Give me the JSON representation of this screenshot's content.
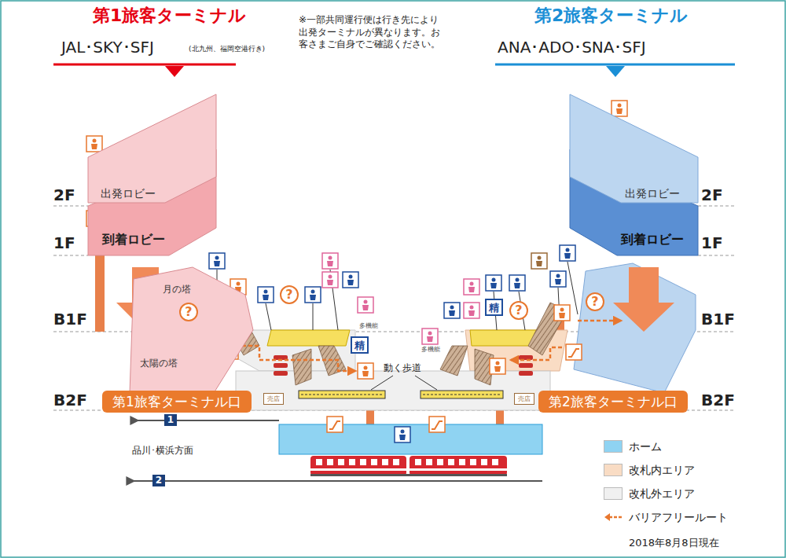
{
  "diagram": {
    "nodes": [
      {
        "text": [
          "出発ロビー"
        ]
      },
      {
        "text": [
          "到着ロビー"
        ]
      },
      {
        "text": [
          "月の塔",
          "太陽の塔"
        ]
      },
      {
        "text": [
          "?"
        ],
        "in": 2
      },
      {
        "text": [
          "?"
        ]
      },
      {
        "text": [
          "精"
        ]
      },
      {
        "text": [
          "売店"
        ]
      },
      {
        "text": [
          "第1旅客ターミナル口"
        ]
      },
      {
        "text": [
          "出発ロビー"
        ]
      },
      {
        "text": [
          "到着ロビー"
        ]
      },
      {
        "text": [
          "精"
        ]
      },
      {
        "text": [
          "?"
        ]
      },
      {
        "text": [
          "?"
        ]
      },
      {
        "text": [
          "売店"
        ]
      },
      {
        "text": [
          "第2旅客ターミナル口"
        ]
      }
    ],
    "labels": [
      "第1旅客ターミナル",
      "JAL･SKY･SFJ",
      "(北九州、福岡空港行き)",
      "※一部共同運行便は行き先により 出発ターミナルが異なります。お 客さまご自身でご確認ください。",
      "第2旅客ターミナル",
      "ANA･ADO･SNA･SFJ",
      "2F",
      "1F",
      "B1F",
      "B2F",
      "2F",
      "1F",
      "B1F",
      "B2F",
      "動く歩道",
      "多機能",
      "多機能",
      "1",
      "品川･横浜方面",
      "2",
      "2018年8月8日現在"
    ],
    "legend": [
      {
        "text": "ホーム",
        "color": "#8fd3f2"
      },
      {
        "text": "改札内エリア",
        "color": "#f9dcc4"
      },
      {
        "text": "改札外エリア",
        "color": "#f0f0f0"
      },
      {
        "text": "バリアフリールート"
      }
    ]
  }
}
